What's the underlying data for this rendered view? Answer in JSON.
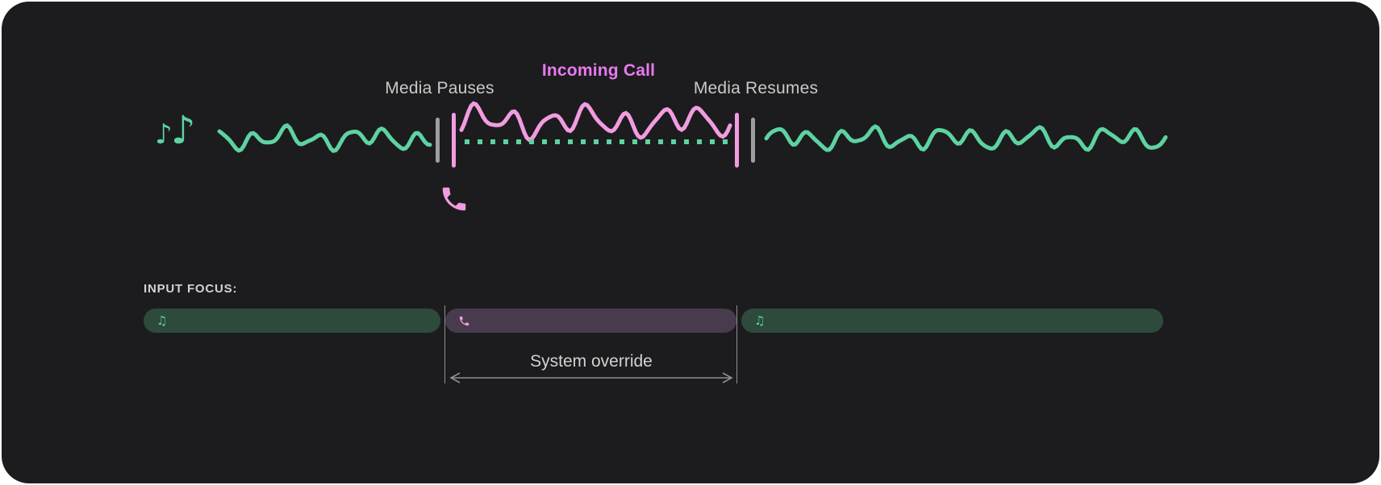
{
  "colors": {
    "page_bg": "#ffffff",
    "panel_bg": "#1c1c1e",
    "media": "#5dd3a2",
    "call_wave": "#f29ce0",
    "call_label": "#e87af0",
    "bar_gray": "#9e9e9e",
    "label_gray": "#c9c9c9",
    "pill_media_bg": "#2e4a3d",
    "pill_call_bg": "#493b4e",
    "guide": "#8f8f8f",
    "text_light": "#d2d2d2"
  },
  "timeline": {
    "media_pauses_label": "Media Pauses",
    "incoming_call_label": "Incoming Call",
    "media_resumes_label": "Media Resumes"
  },
  "icons": {
    "music_note_small_glyph": "♪",
    "music_note_large_glyph": "♪",
    "pill_music_glyph": "♫"
  },
  "input_focus": {
    "heading": "INPUT FOCUS:",
    "annotation": "System override"
  }
}
